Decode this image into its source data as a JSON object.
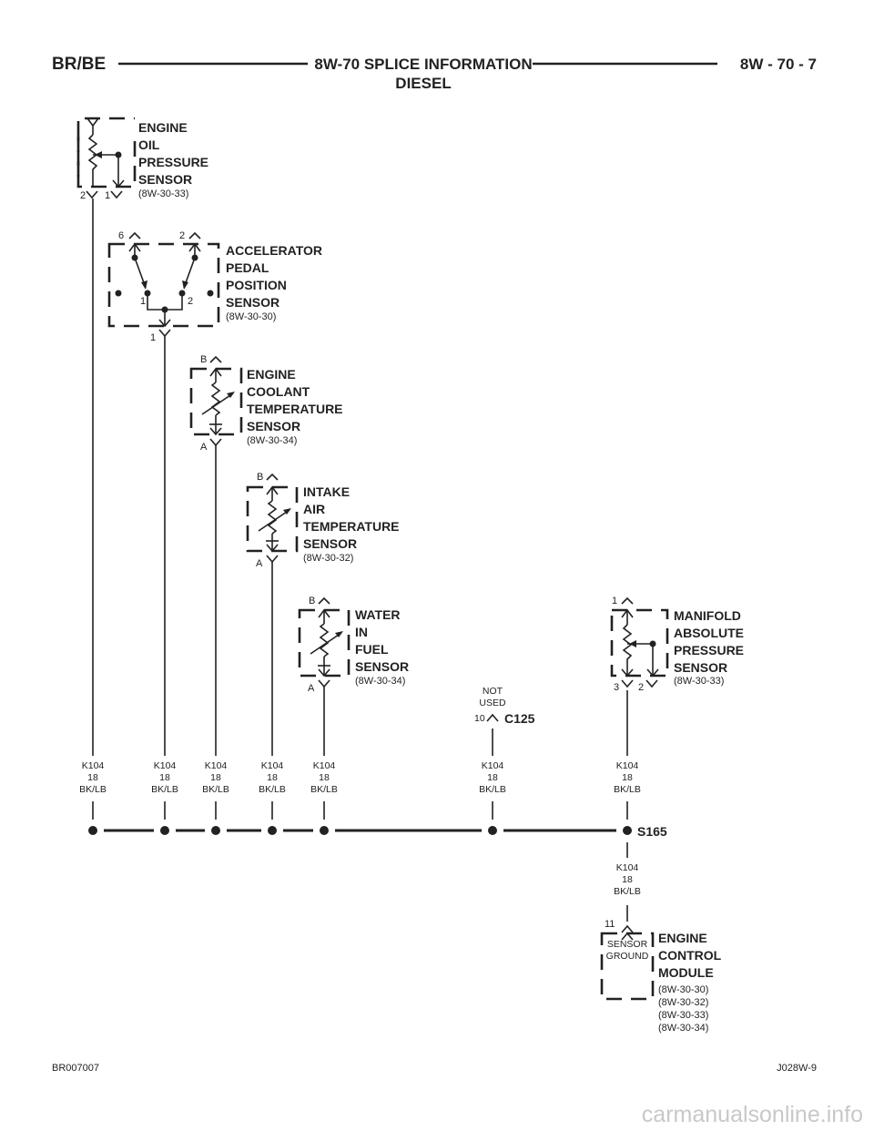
{
  "header": {
    "left": "BR/BE",
    "center_line1": "8W-70 SPLICE INFORMATION",
    "center_line2": "DIESEL",
    "right": "8W - 70 - 7"
  },
  "components": {
    "oil_sensor": {
      "lines": [
        "ENGINE",
        "OIL",
        "PRESSURE",
        "SENSOR"
      ],
      "ref": "(8W-30-33)",
      "pins": [
        "2",
        "1"
      ]
    },
    "accel_sensor": {
      "lines": [
        "ACCELERATOR",
        "PEDAL",
        "POSITION",
        "SENSOR"
      ],
      "ref": "(8W-30-30)",
      "pins": [
        "6",
        "2",
        "1"
      ],
      "internal": [
        "1",
        "2"
      ]
    },
    "coolant_sensor": {
      "lines": [
        "ENGINE",
        "COOLANT",
        "TEMPERATURE",
        "SENSOR"
      ],
      "ref": "(8W-30-34)",
      "pins": [
        "B",
        "A"
      ]
    },
    "intake_sensor": {
      "lines": [
        "INTAKE",
        "AIR",
        "TEMPERATURE",
        "SENSOR"
      ],
      "ref": "(8W-30-32)",
      "pins": [
        "B",
        "A"
      ]
    },
    "water_sensor": {
      "lines": [
        "WATER",
        "IN",
        "FUEL",
        "SENSOR"
      ],
      "ref": "(8W-30-34)",
      "pins": [
        "B",
        "A"
      ]
    },
    "map_sensor": {
      "lines": [
        "MANIFOLD",
        "ABSOLUTE",
        "PRESSURE",
        "SENSOR"
      ],
      "ref": "(8W-30-33)",
      "pins": [
        "1",
        "3",
        "2"
      ]
    },
    "ecm": {
      "lines": [
        "ENGINE",
        "CONTROL",
        "MODULE"
      ],
      "refs": [
        "(8W-30-30)",
        "(8W-30-32)",
        "(8W-30-33)",
        "(8W-30-34)"
      ],
      "pin": "11",
      "inner": [
        "SENSOR",
        "GROUND"
      ]
    }
  },
  "connector": {
    "not_used": [
      "NOT",
      "USED"
    ],
    "pin": "10",
    "name": "C125"
  },
  "wire": {
    "circuit": "K104",
    "gauge": "18",
    "color": "BK/LB"
  },
  "splice": "S165",
  "footer": {
    "left": "BR007007",
    "right": "J028W-9"
  },
  "watermark": "carmanualsonline.info"
}
